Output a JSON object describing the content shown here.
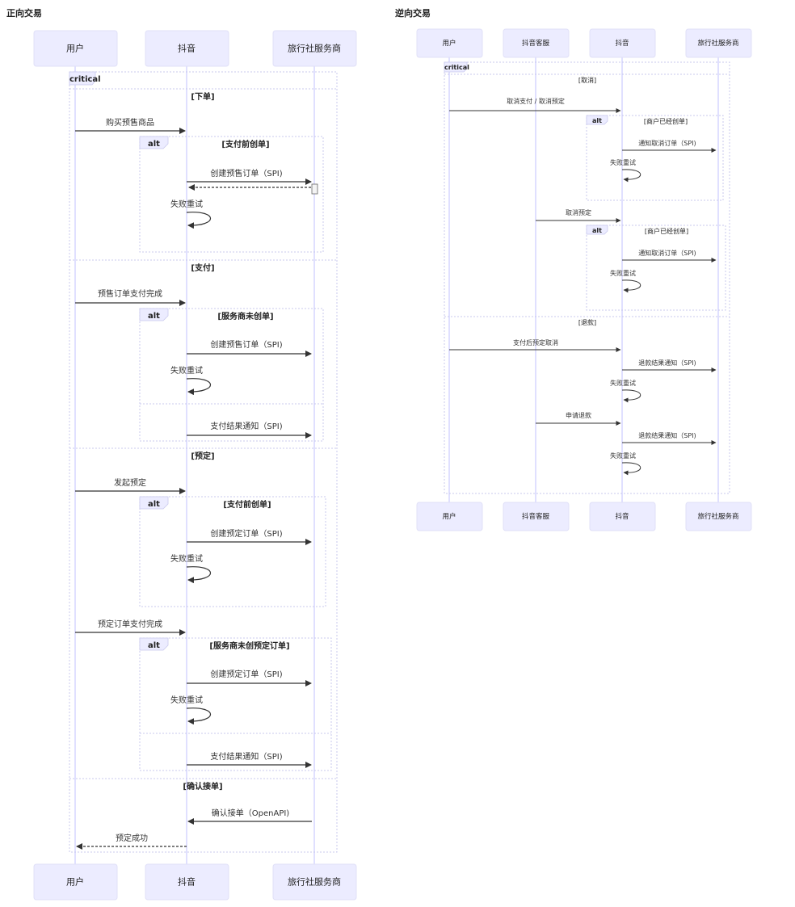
{
  "forward": {
    "title": "正向交易",
    "participants": [
      "用户",
      "抖音",
      "旅行社服务商"
    ],
    "critical_label": "critical",
    "alt_label": "alt",
    "sections": [
      {
        "condition": "[下单]"
      },
      {
        "condition": "[支付]"
      },
      {
        "condition": "[预定]"
      },
      {
        "condition": "[确认接单]"
      }
    ],
    "alts": [
      {
        "condition": "[支付前创单]"
      },
      {
        "condition": "[服务商未创单]"
      },
      {
        "condition": "[支付前创单]"
      },
      {
        "condition": "[服务商未创预定订单]"
      }
    ],
    "messages": [
      "购买预售商品",
      "创建预售订单（SPI)",
      "失败重试",
      "预售订单支付完成",
      "创建预售订单（SPI)",
      "失败重试",
      "支付结果通知（SPI)",
      "发起预定",
      "创建预定订单（SPI)",
      "失败重试",
      "预定订单支付完成",
      "创建预定订单（SPI)",
      "失败重试",
      "支付结果通知（SPI)",
      "确认接单（OpenAPI)",
      "预定成功"
    ]
  },
  "reverse": {
    "title": "逆向交易",
    "participants": [
      "用户",
      "抖音客服",
      "抖音",
      "旅行社服务商"
    ],
    "critical_label": "critical",
    "alt_label": "alt",
    "sections": [
      {
        "condition": "[取消]"
      },
      {
        "condition": "[退款]"
      }
    ],
    "alts": [
      {
        "condition": "[商户已经创单]"
      },
      {
        "condition": "[商户已经创单]"
      }
    ],
    "messages": [
      "取消支付 / 取消预定",
      "通知取消订单（SPI)",
      "失败重试",
      "取消预定",
      "通知取消订单（SPI)",
      "失败重试",
      "支付后预定取消",
      "退款结果通知（SPI)",
      "失败重试",
      "申请退款",
      "退款结果通知（SPI)",
      "失败重试"
    ]
  }
}
